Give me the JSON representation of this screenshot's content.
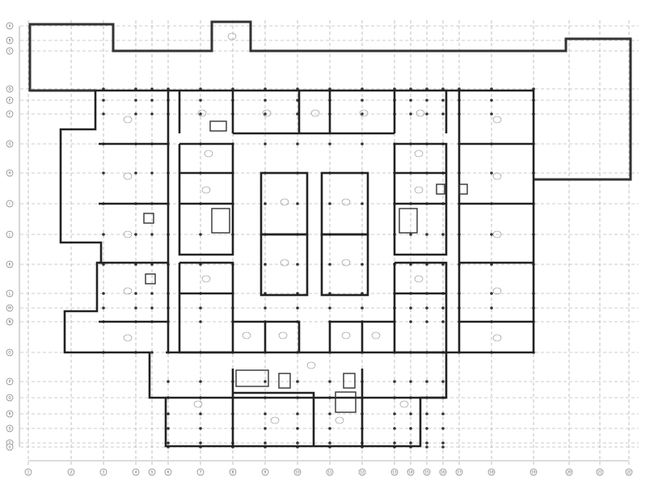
{
  "drawing": {
    "type": "architectural floor plan",
    "grid_axes_vertical": [
      "1",
      "2",
      "3",
      "4",
      "5",
      "6",
      "7",
      "8",
      "9",
      "10",
      "11",
      "12",
      "13",
      "14",
      "15",
      "16",
      "17",
      "18",
      "19",
      "20",
      "21",
      "22"
    ],
    "grid_axes_horizontal": [
      "A",
      "B",
      "C",
      "D",
      "E",
      "F",
      "G",
      "H",
      "I",
      "J",
      "K",
      "L",
      "M",
      "N",
      "O",
      "P",
      "Q",
      "R",
      "S",
      "T",
      "U"
    ],
    "colors": {
      "walls": "#222222",
      "grid": "#9a9a9a",
      "background": "#ffffff"
    }
  }
}
